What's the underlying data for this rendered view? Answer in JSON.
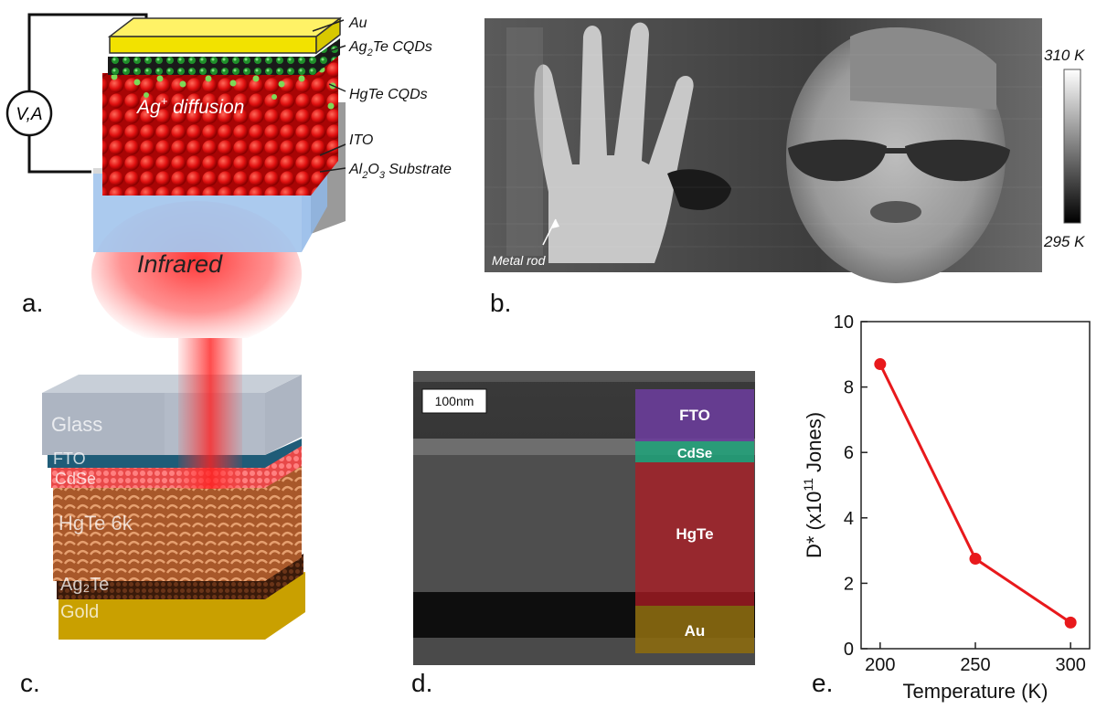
{
  "panel_labels": {
    "a": "a.",
    "b": "b.",
    "c": "c.",
    "d": "d.",
    "e": "e."
  },
  "panel_a": {
    "meter": "V,A",
    "layers": {
      "au": "Au",
      "ag2te_main": "Ag",
      "ag2te_sub": "2",
      "ag2te_tail": "Te CQDs",
      "hgte": "HgTe CQDs",
      "ito": "ITO",
      "al2o3_main": "Al",
      "al2o3_sub1": "2",
      "al2o3_mid": "O",
      "al2o3_sub2": "3",
      "al2o3_tail": " Substrate"
    },
    "diffusion_main": "Ag",
    "diffusion_sup": "+",
    "diffusion_tail": " diffusion",
    "infrared": "Infrared"
  },
  "panel_b": {
    "metal_rod": "Metal rod",
    "scale_max": "310 K",
    "scale_min": "295 K"
  },
  "panel_c": {
    "layers": [
      "Glass",
      "FTO",
      "CdSe",
      "HgTe 6k",
      "Ag₂Te",
      "Gold"
    ]
  },
  "panel_d": {
    "scale_bar": "100nm",
    "layers": [
      {
        "name": "FTO",
        "color": "#6a3d9a"
      },
      {
        "name": "CdSe",
        "color": "#1fa37a"
      },
      {
        "name": "HgTe",
        "color": "#b01c24"
      },
      {
        "name": "Au",
        "color": "#8b6a10"
      }
    ]
  },
  "chart_data": {
    "type": "line",
    "x": [
      200,
      250,
      300
    ],
    "series": [
      {
        "values": [
          8.7,
          2.75,
          0.8
        ]
      }
    ],
    "xlabel": "Temperature (K)",
    "ylabel": "D* (x10",
    "ylabel_sup": "11",
    "ylabel_tail": " Jones)",
    "xlim": [
      190,
      310
    ],
    "ylim": [
      0,
      10
    ],
    "xticks": [
      "200",
      "250",
      "300"
    ],
    "yticks": [
      "0",
      "2",
      "4",
      "6",
      "8",
      "10"
    ],
    "color": "#e8191c",
    "grid": false
  }
}
